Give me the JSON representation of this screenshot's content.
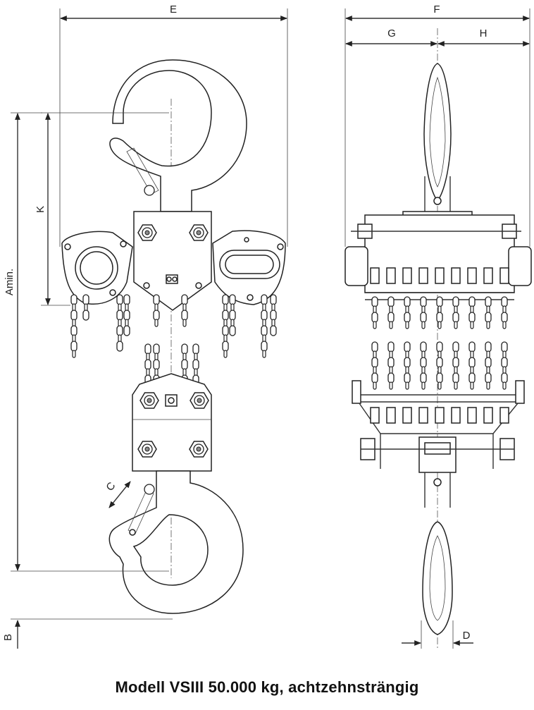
{
  "caption": "Modell VSIII 50.000 kg, achtzehnsträngig",
  "dimension_labels": {
    "e": "E",
    "f": "F",
    "g": "G",
    "h": "H",
    "k": "K",
    "amin": "Amin.",
    "b": "B",
    "c": "C",
    "d": "D"
  }
}
